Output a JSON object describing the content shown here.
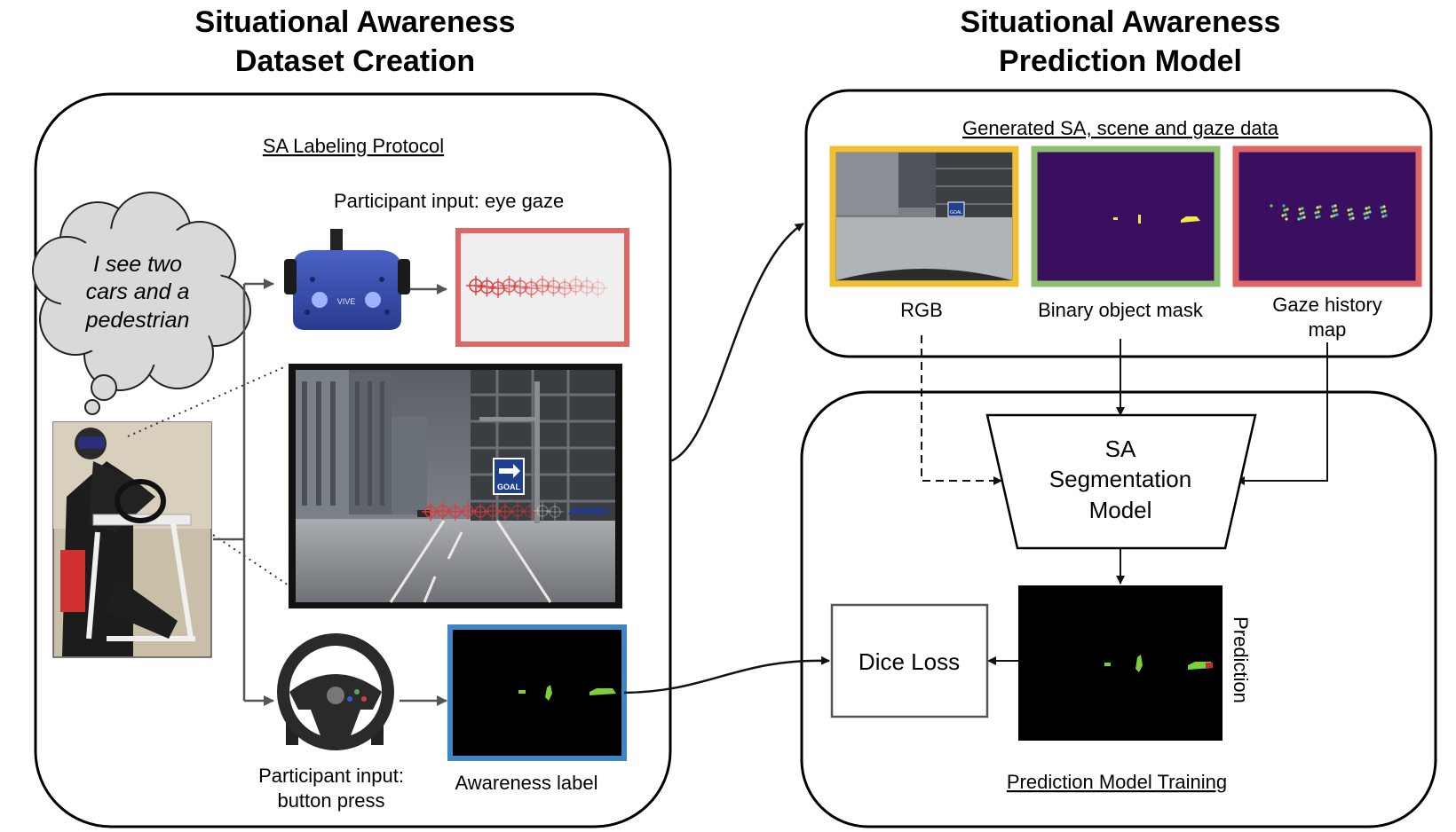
{
  "titles": {
    "left_line1": "Situational Awareness",
    "left_line2": "Dataset Creation",
    "right_line1": "Situational Awareness",
    "right_line2": "Prediction Model"
  },
  "left_panel": {
    "protocol_label": "SA Labeling Protocol",
    "eye_gaze_label": "Participant input: eye gaze",
    "thought_line1": "I see two",
    "thought_line2": "cars and a",
    "thought_line3": "pedestrian",
    "button_press_line1": "Participant input:",
    "button_press_line2": "button press",
    "awareness_label": "Awareness label",
    "headset_brand": "VIVE",
    "goal_sign": "GOAL"
  },
  "right_top_panel": {
    "heading": "Generated SA, scene and gaze data",
    "rgb_label": "RGB",
    "mask_label": "Binary object mask",
    "gaze_map_line1": "Gaze history",
    "gaze_map_line2": "map",
    "goal_sign": "GOAL"
  },
  "right_bottom_panel": {
    "model_line1": "SA",
    "model_line2": "Segmentation",
    "model_line3": "Model",
    "dice_loss": "Dice Loss",
    "prediction_label": "Prediction",
    "footer": "Prediction Model Training"
  },
  "colors": {
    "rgb_border": "#f0c030",
    "mask_border": "#8cc070",
    "gaze_border": "#e06666",
    "eye_gaze_border": "#e06666",
    "awareness_border": "#3d85c6",
    "mask_bg": "#3b0f5f"
  }
}
